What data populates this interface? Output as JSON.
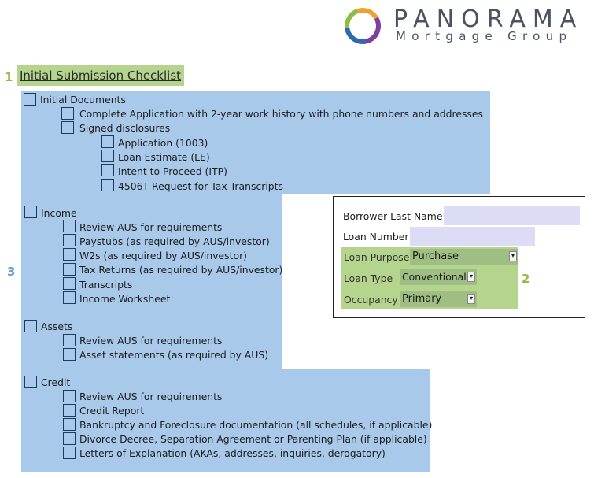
{
  "logo": {
    "name": "PANORAMA",
    "subtitle": "Mortgage Group"
  },
  "markers": {
    "m1": "1",
    "m2": "2",
    "m3": "3"
  },
  "title": "Initial Submission Checklist",
  "sections": {
    "initial": {
      "label": "Initial Documents",
      "items": {
        "complete_app": "Complete Application with 2-year work history with phone numbers and addresses",
        "signed_disclosures": "Signed disclosures",
        "application": "Application (1003)",
        "loan_estimate": "Loan Estimate (LE)",
        "itp": "Intent to Proceed (ITP)",
        "form4506t": "4506T Request for Tax Transcripts"
      }
    },
    "income": {
      "label": "Income",
      "items": [
        "Review AUS for requirements",
        "Paystubs (as required by AUS/investor)",
        "W2s (as required by AUS/investor)",
        "Tax Returns (as required by AUS/investor)",
        "Transcripts",
        "Income Worksheet"
      ]
    },
    "assets": {
      "label": "Assets",
      "items": [
        "Review AUS for requirements",
        "Asset statements (as required by AUS)"
      ]
    },
    "credit": {
      "label": "Credit",
      "items": [
        "Review AUS for requirements",
        "Credit Report",
        "Bankruptcy and Foreclosure documentation (all schedules, if applicable)",
        "Divorce Decree, Separation Agreement or Parenting Plan (if applicable)",
        "Letters of Explanation (AKAs, addresses, inquiries, derogatory)"
      ]
    }
  },
  "form": {
    "borrower_last_name": {
      "label": "Borrower Last Name",
      "value": ""
    },
    "loan_number": {
      "label": "Loan Number",
      "value": ""
    },
    "loan_purpose": {
      "label": "Loan Purpose",
      "value": "Purchase"
    },
    "loan_type": {
      "label": "Loan Type",
      "value": "Conventional"
    },
    "occupancy": {
      "label": "Occupancy",
      "value": "Primary"
    }
  },
  "colors": {
    "blue_panel": "#a8c9e9",
    "green_highlight": "#b5d48d",
    "input_fill": "#dcdcf6"
  }
}
